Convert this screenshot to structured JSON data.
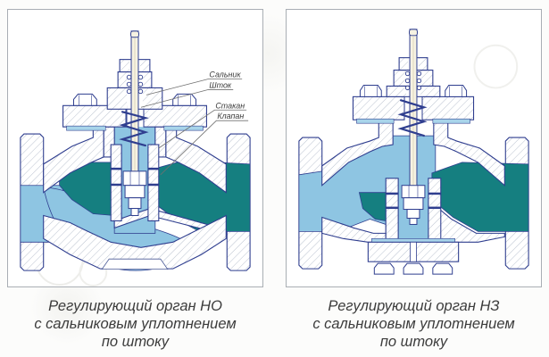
{
  "colors": {
    "flow_inlet_light_blue": "#8ec5e2",
    "flow_outlet_teal": "#157f80",
    "drawing_outline_blue": "#2f3e8f",
    "hatch_gray": "#bac2cf",
    "panel_border_gray": "#a9aeb4",
    "caption_text": "#3c3c3c",
    "stem_fill": "#f6f2e2"
  },
  "panels": [
    {
      "id": "valve-no",
      "part_labels": [
        "Сальник",
        "Шток",
        "Стакан",
        "Клапан"
      ],
      "caption_lines": [
        "Регулирующий орган НО",
        "с сальниковым уплотнением",
        "по штоку"
      ]
    },
    {
      "id": "valve-nz",
      "part_labels": [],
      "caption_lines": [
        "Регулирующий орган НЗ",
        "с сальниковым уплотнением",
        "по штоку"
      ]
    }
  ]
}
